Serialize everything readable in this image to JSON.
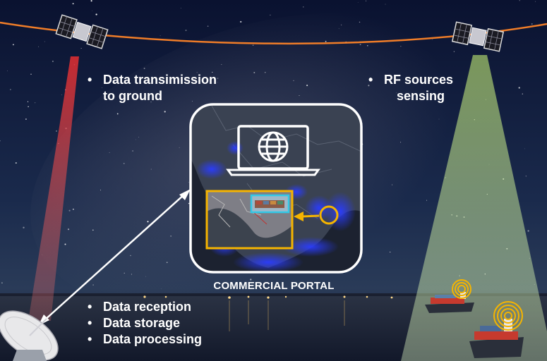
{
  "left_satellite": {
    "bullets": [
      {
        "line1": "Data transimission",
        "line2": "to ground"
      }
    ]
  },
  "right_satellite": {
    "bullets": [
      {
        "line1": "RF sources",
        "line2": "sensing"
      }
    ]
  },
  "portal": {
    "label": "COMMERCIAL PORTAL"
  },
  "ground_station": {
    "bullets": [
      "Data reception",
      "Data storage",
      "Data processing"
    ]
  },
  "colors": {
    "orbit": "#f07d28",
    "downlink_beam": "#d42a2a",
    "sensing_cone": "#a8d080",
    "portal_frame": "#ffffff",
    "inset_frame": "#f5b400",
    "inset_photo_frame": "#32c8e6",
    "hotspot": "#1a34ff",
    "pointer_arrow": "#f5b400",
    "link_arrow": "#ffffff"
  },
  "icons": [
    "satellite-icon",
    "laptop-icon",
    "globe-icon",
    "satellite-dish-icon",
    "ship-icon",
    "radio-signal-icon"
  ]
}
